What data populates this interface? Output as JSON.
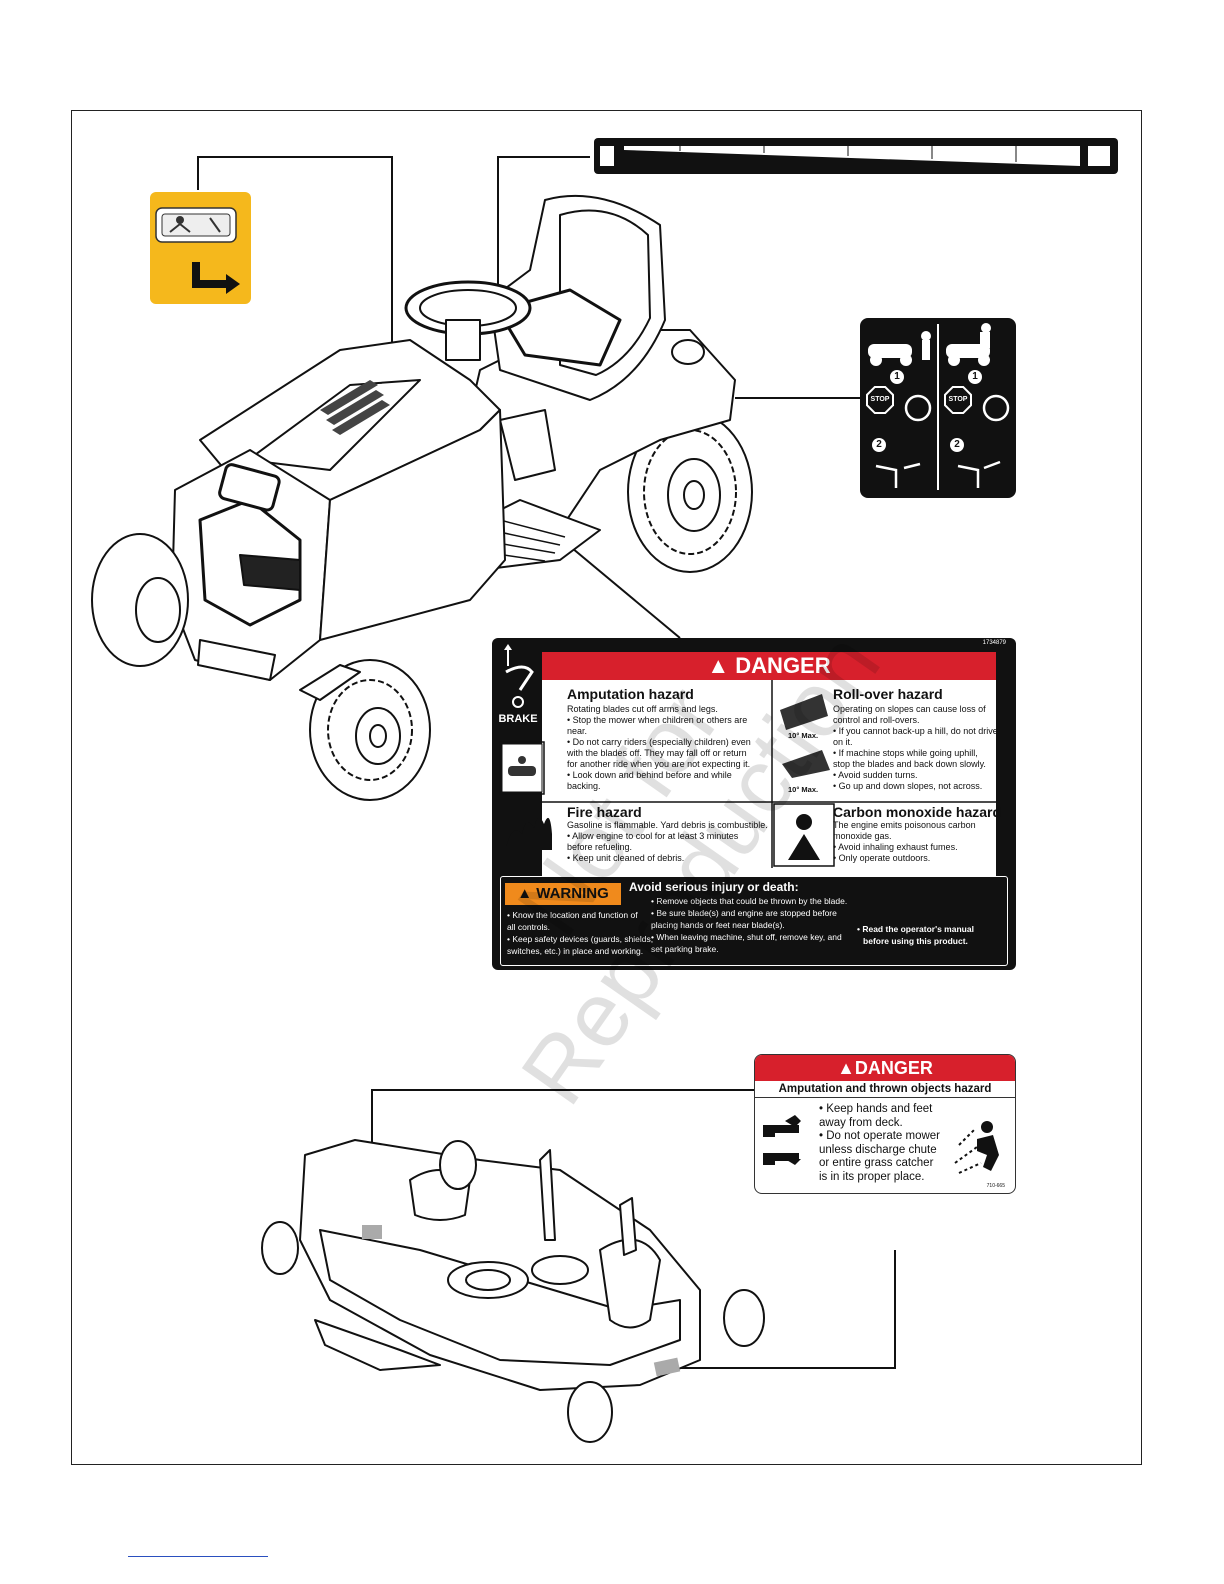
{
  "main_decal": {
    "code": "1734879",
    "brake_label": "BRAKE",
    "danger_label": "DANGER",
    "amputation": {
      "title": "Amputation hazard",
      "lines": [
        "Rotating blades cut off arms and legs.",
        "• Stop the mower when children or others are",
        "   near.",
        "• Do not carry riders (especially children) even",
        "   with the blades off. They may fall off or return",
        "   for another ride when you are not expecting it.",
        "• Look down and behind before and while",
        "   backing."
      ]
    },
    "rollover": {
      "title": "Roll-over hazard",
      "lines": [
        "Operating on slopes can cause loss of",
        "control and roll-overs.",
        "• If you cannot back-up a hill, do not drive",
        "   on it.",
        "• If machine stops while going uphill,",
        "   stop the blades and back down slowly.",
        "• Avoid sudden turns.",
        "• Go up and down slopes, not across."
      ],
      "max1": "10° Max.",
      "max2": "10° Max."
    },
    "fire": {
      "title": "Fire hazard",
      "lines": [
        "Gasoline is flammable.  Yard debris is combustible.",
        "• Allow engine to cool for at least 3 minutes",
        "   before refueling.",
        "• Keep unit cleaned of debris."
      ]
    },
    "co": {
      "title": "Carbon monoxide hazard",
      "lines": [
        "The engine emits poisonous carbon",
        "monoxide gas.",
        "• Avoid inhaling exhaust fumes.",
        "• Only operate outdoors."
      ]
    },
    "warning": {
      "badge": "WARNING",
      "heading": "Avoid serious injury or death:",
      "col1": [
        "• Know the location and function of",
        "   all controls.",
        "• Keep safety devices (guards, shields,",
        "   switches, etc.) in place and working."
      ],
      "col2": [
        "• Remove objects that could be thrown by the blade.",
        "• Be sure blade(s) and engine are stopped before",
        "   placing hands or feet near blade(s).",
        "• When leaving machine, shut off, remove key, and",
        "   set parking brake."
      ],
      "manual": [
        "• Read the operator's manual",
        "before using this product."
      ]
    }
  },
  "deck_decal": {
    "danger_label": "DANGER",
    "subtitle": "Amputation and thrown objects hazard",
    "lines": [
      "• Keep hands and feet",
      "   away from deck.",
      "• Do not operate mower",
      "   unless discharge chute",
      "   or entire grass catcher",
      "   is in its proper place."
    ],
    "code": "710-665"
  },
  "pto_decal": {
    "stop1": "STOP",
    "stop2": "STOP",
    "n1a": "1",
    "n1b": "1",
    "n2a": "2",
    "n2b": "2"
  },
  "watermark": {
    "line1": "Not for",
    "line2": "Reproduction"
  }
}
